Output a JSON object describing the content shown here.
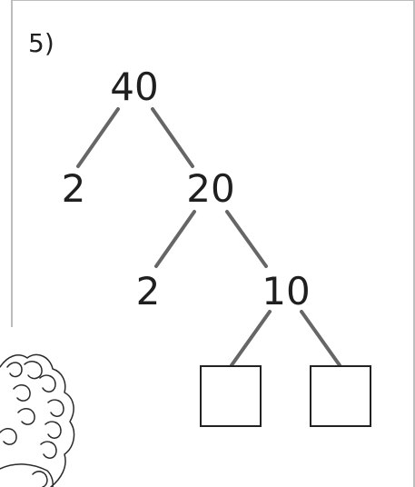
{
  "problem": {
    "number_label": "5)"
  },
  "factor_tree": {
    "root": "40",
    "level1": {
      "left": "2",
      "right": "20"
    },
    "level2": {
      "left": "2",
      "right": "10"
    },
    "level3": {
      "left_box": "",
      "right_box": ""
    }
  },
  "decoration": {
    "character": "curly-haired-character-illustration"
  }
}
